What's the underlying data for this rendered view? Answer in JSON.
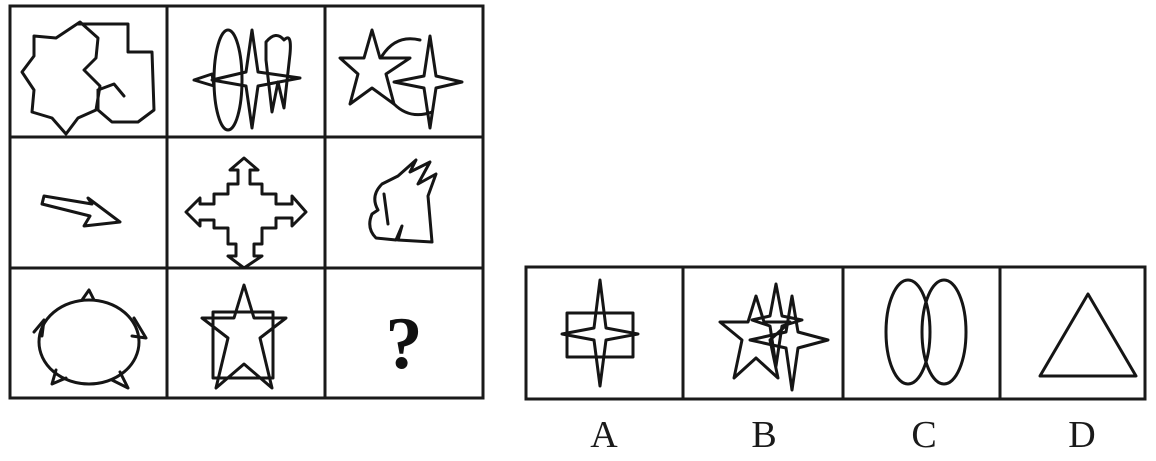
{
  "question_mark": "?",
  "options": [
    {
      "label": "A"
    },
    {
      "label": "B"
    },
    {
      "label": "C"
    },
    {
      "label": "D"
    }
  ]
}
